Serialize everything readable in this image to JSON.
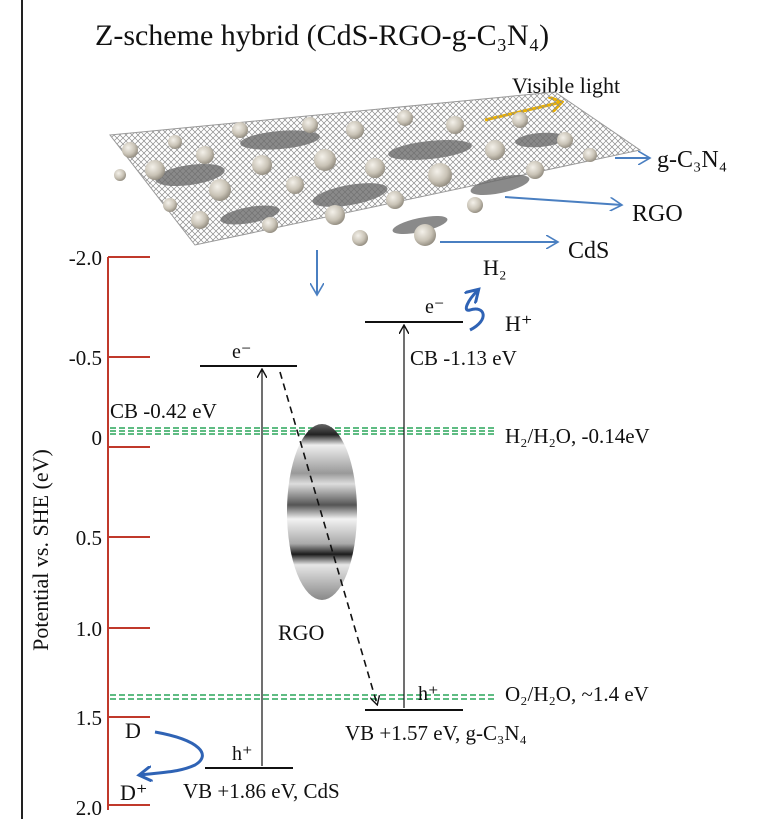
{
  "title": "Z-scheme hybrid (CdS-RGO-g-C₃N₄)",
  "light_label": "Visible light",
  "material_labels": {
    "gcn": "g-C₃N₄",
    "rgo": "RGO",
    "cds": "CdS"
  },
  "axis": {
    "label": "Potential vs. SHE (eV)",
    "ticks": [
      "-2.0",
      "-0.5",
      "0",
      "0.5",
      "1.0",
      "1.5",
      "2.0"
    ]
  },
  "cds": {
    "cb_label": "CB -0.42 eV",
    "vb_label": "VB +1.86 eV, CdS",
    "electron": "e⁻",
    "hole": "h⁺"
  },
  "gcn": {
    "cb_label": "CB -1.13 eV",
    "vb_label": "VB +1.57 eV, g-C₃N₄",
    "electron": "e⁻",
    "hole": "h⁺"
  },
  "rgo_center_label": "RGO",
  "reactions": {
    "h2_label": "H₂/H₂O, -0.14eV",
    "o2_label": "O₂/H₂O, ~1.4 eV",
    "h2_product": "H₂",
    "h_plus": "H⁺",
    "donor": "D",
    "donor_ox": "D⁺"
  },
  "colors": {
    "axis": "#c0392b",
    "arrow_blue": "#4a7fc1",
    "light_arrow": "#f0b400",
    "redox_line": "#2aa55a",
    "curve_blue": "#2f63b5"
  }
}
